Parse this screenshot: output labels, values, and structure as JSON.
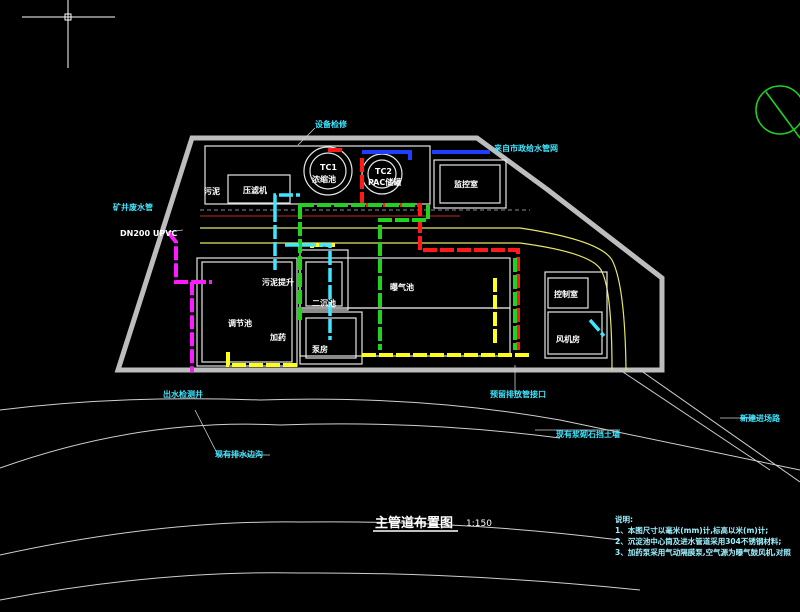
{
  "title": {
    "main": "主管道布置图",
    "scale": "1:150"
  },
  "labels": {
    "equipment_repair": "设备检修",
    "municipal_water": "来自市政给水管网",
    "filter_press": "压滤机",
    "tank1_code": "TC1",
    "tank1_name": "浓缩池",
    "tank2_code": "TC2",
    "tank2_name": "PAC储罐",
    "monitor_room": "监控室",
    "sludge_room": "污泥",
    "mine_water_pipe": "矿井废水管",
    "mine_pipe_spec": "DN200 UPVC",
    "regulating_tank": "调节池",
    "sludge_lift": "污泥提升",
    "secondary_tank": "二沉池",
    "aeration_tank": "曝气池",
    "pump_pit": "泵房",
    "dosing": "加药",
    "control_room": "控制室",
    "blower_room": "风机房",
    "outlet_well": "出水检测井",
    "reserved_outlet": "预留排放管接口",
    "existing_drain": "现有排水边沟",
    "retaining_wall": "现有浆砌石挡土墙",
    "new_road": "新建进场路"
  },
  "notes": {
    "heading": "说明:",
    "line1": "1、本图尺寸以毫米(mm)计,标高以米(m)计;",
    "line2": "2、沉淀池中心筒及进水管道采用304不锈钢材料;",
    "line3": "3、加药泵采用气动隔膜泵,空气源为曝气鼓风机,对照"
  },
  "colors": {
    "background": "#000000",
    "boundary": "#bdbdbd",
    "building": "#e6e6e6",
    "red_pipe": "#ff1a1a",
    "green_pipe": "#1fd31f",
    "yellow_pipe": "#ffff1a",
    "magenta_pipe": "#ff1aff",
    "cyan_pipe": "#3fe6ff",
    "blue_pipe": "#1f3fff",
    "label_cyan": "#3fe6ff",
    "road_yellow": "#e6e66a",
    "north_arrow": "#1fd31f"
  },
  "icons": {
    "north_arrow": "north-arrow-icon",
    "crosshair": "crosshair-icon"
  }
}
